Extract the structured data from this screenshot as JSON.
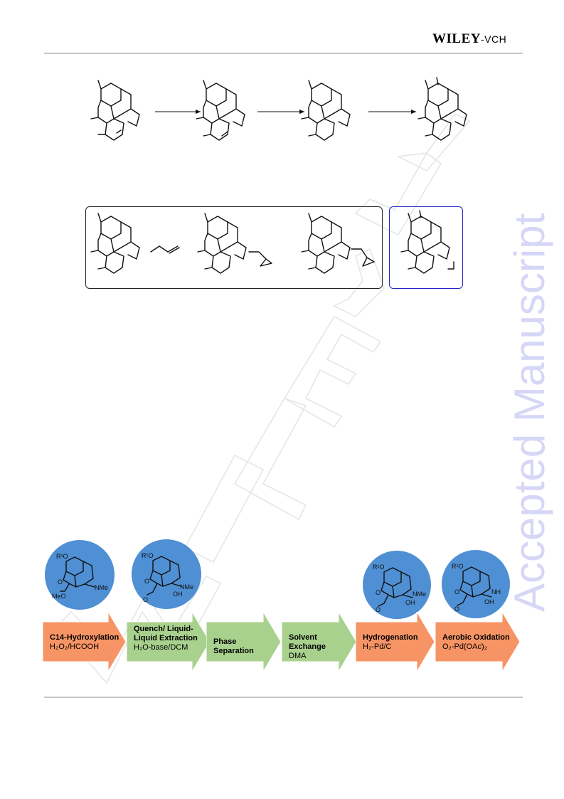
{
  "header": {
    "publisher_bold": "WILEY",
    "publisher_suffix": "-VCH"
  },
  "side_watermark": "Accepted Manuscript",
  "process": {
    "steps": [
      {
        "title": "C14-Hydroxylation",
        "reagents": "H₂O₂/HCOOH",
        "color": "#f79465"
      },
      {
        "title": "Quench/ Liquid-Liquid Extraction",
        "reagents": "H₂O-base/DCM",
        "color": "#a9d18e"
      },
      {
        "title": "Phase Separation",
        "reagents": "",
        "color": "#a9d18e"
      },
      {
        "title": "Solvent Exchange",
        "reagents": "DMA",
        "color": "#a9d18e"
      },
      {
        "title": "Hydrogenation",
        "reagents": "H₂-Pd/C",
        "color": "#f79465"
      },
      {
        "title": "Aerobic Oxidation",
        "reagents": "O₂-Pd(OAc)₂",
        "color": "#f79465"
      }
    ],
    "circle_color": "#4f8fd3",
    "molecules": [
      {
        "o_label": "R¹O",
        "n_label": "NMe",
        "extra": "MeO",
        "oh": ""
      },
      {
        "o_label": "R¹O",
        "n_label": "NMe",
        "extra": "O",
        "oh": "OH"
      },
      {
        "o_label": "R¹O",
        "n_label": "NMe",
        "extra": "O",
        "oh": "OH"
      },
      {
        "o_label": "R¹O",
        "n_label": "NH",
        "extra": "O",
        "oh": "OH"
      }
    ]
  },
  "colors": {
    "black_frame": "#222222",
    "blue_frame": "#2323c8",
    "watermark": "#d6d6f6"
  }
}
